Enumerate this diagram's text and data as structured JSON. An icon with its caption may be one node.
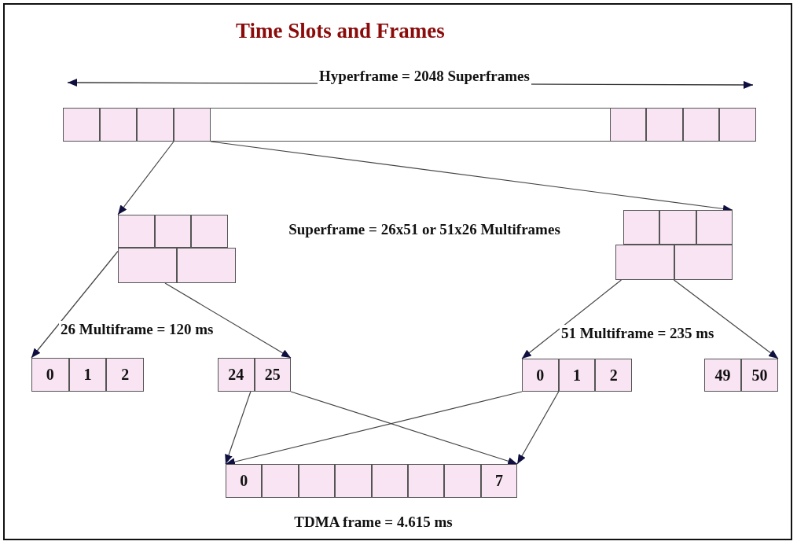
{
  "diagram": {
    "title": "Time Slots and Frames",
    "nodes": [
      {
        "text": [],
        "shape": "bar"
      },
      {
        "text": [],
        "shape": "box",
        "in": 0
      },
      {
        "text": [],
        "shape": "box",
        "in": 0
      },
      {
        "text": [],
        "shape": "box",
        "in": 0
      },
      {
        "text": [],
        "shape": "box",
        "in": 0
      },
      {
        "text": [],
        "shape": "box",
        "in": 0
      },
      {
        "text": [],
        "shape": "box",
        "in": 0
      },
      {
        "text": [],
        "shape": "box",
        "in": 0
      },
      {
        "text": [],
        "shape": "box",
        "in": 0
      },
      {
        "text": [],
        "shape": "box"
      },
      {
        "text": [],
        "shape": "box"
      },
      {
        "text": [],
        "shape": "box"
      },
      {
        "text": [],
        "shape": "box"
      },
      {
        "text": [],
        "shape": "box"
      },
      {
        "text": [],
        "shape": "box"
      },
      {
        "text": [],
        "shape": "box"
      },
      {
        "text": [],
        "shape": "box"
      },
      {
        "text": [],
        "shape": "box"
      },
      {
        "text": [],
        "shape": "box"
      },
      {
        "text": [
          "0"
        ]
      },
      {
        "text": [
          "1"
        ]
      },
      {
        "text": [
          "2"
        ]
      },
      {
        "text": [
          "24"
        ]
      },
      {
        "text": [
          "25"
        ]
      },
      {
        "text": [
          "0"
        ]
      },
      {
        "text": [
          "1"
        ]
      },
      {
        "text": [
          "2"
        ]
      },
      {
        "text": [
          "49"
        ]
      },
      {
        "text": [
          "50"
        ]
      },
      {
        "text": [
          "0"
        ]
      },
      {
        "text": [],
        "shape": "box"
      },
      {
        "text": [],
        "shape": "box"
      },
      {
        "text": [],
        "shape": "box"
      },
      {
        "text": [],
        "shape": "box"
      },
      {
        "text": [],
        "shape": "box"
      },
      {
        "text": [],
        "shape": "box"
      },
      {
        "text": [
          "7"
        ]
      }
    ],
    "edges": [
      {
        "from": 4,
        "to": 9,
        "arrow": "to"
      },
      {
        "from": 4,
        "to": 16,
        "arrow": "to"
      },
      {
        "from": 12,
        "to": 19,
        "arrow": "to"
      },
      {
        "from": 12,
        "to": 23,
        "arrow": "to"
      },
      {
        "from": 17,
        "to": 24,
        "arrow": "to"
      },
      {
        "from": 18,
        "to": 28,
        "arrow": "to"
      },
      {
        "from": 22,
        "to": 29,
        "arrow": "to"
      },
      {
        "from": 23,
        "to": 36,
        "arrow": "to"
      },
      {
        "from": 24,
        "to": 29,
        "arrow": "to"
      },
      {
        "from": 25,
        "to": 36,
        "arrow": "to"
      }
    ],
    "labels": [
      "Hyperframe = 2048 Superframes",
      "Superframe = 26x51 or 51x26 Multiframes",
      "26 Multiframe = 120 ms",
      "51 Multiframe = 235 ms",
      "TDMA frame = 4.615 ms"
    ]
  }
}
